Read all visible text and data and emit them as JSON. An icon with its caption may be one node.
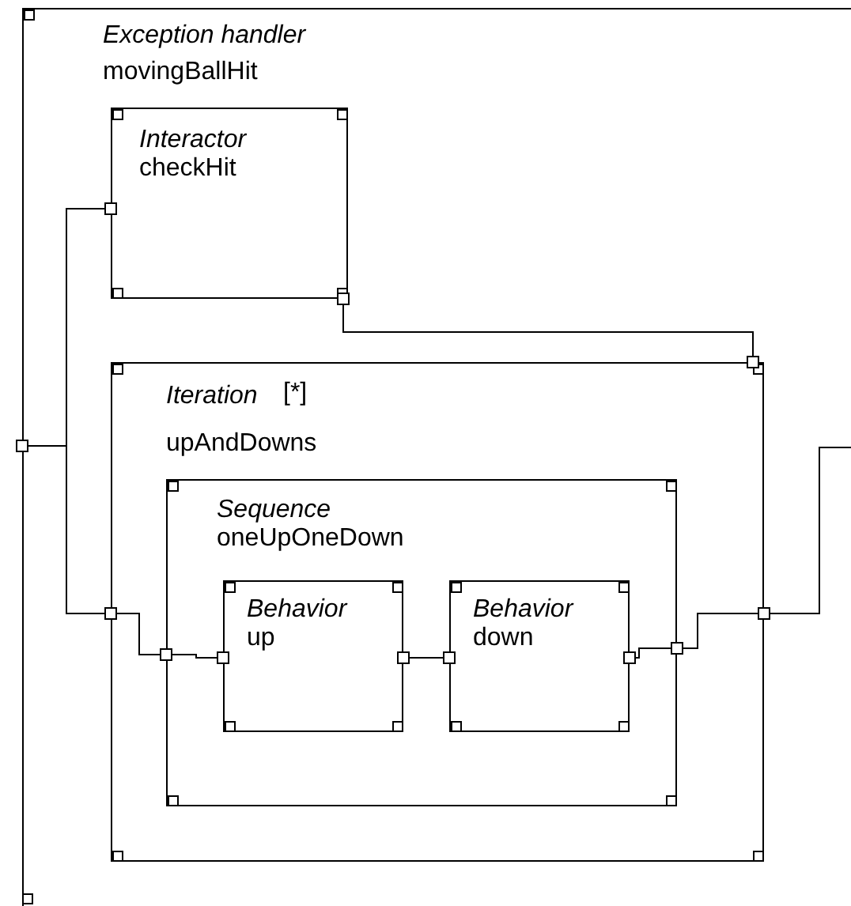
{
  "diagram": {
    "nodes": [
      {
        "text": [
          "Exception handler",
          "movingBallHit"
        ]
      },
      {
        "text": [
          "Interactor",
          "checkHit"
        ],
        "in": 0
      },
      {
        "text": [
          "Iteration",
          "[*]",
          "upAndDowns"
        ],
        "in": 0
      },
      {
        "text": [
          "Sequence",
          "oneUpOneDown"
        ],
        "in": 2
      },
      {
        "text": [
          "Behavior",
          "up"
        ],
        "in": 3
      },
      {
        "text": [
          "Behavior",
          "down"
        ],
        "in": 3
      }
    ],
    "edges": [
      {
        "from": 0,
        "to": 1,
        "arrow": "other"
      },
      {
        "from": 0,
        "to": 2,
        "arrow": "other"
      },
      {
        "from": 2,
        "to": 3,
        "arrow": "other"
      },
      {
        "from": 3,
        "to": 4,
        "arrow": "other"
      },
      {
        "from": 4,
        "to": 5,
        "arrow": "other"
      },
      {
        "from": 5,
        "to": 3,
        "arrow": "other"
      },
      {
        "from": 3,
        "to": 2,
        "arrow": "other"
      },
      {
        "from": 2,
        "to": null,
        "arrow": "other"
      },
      {
        "from": 1,
        "to": 2,
        "arrow": "other"
      }
    ]
  }
}
